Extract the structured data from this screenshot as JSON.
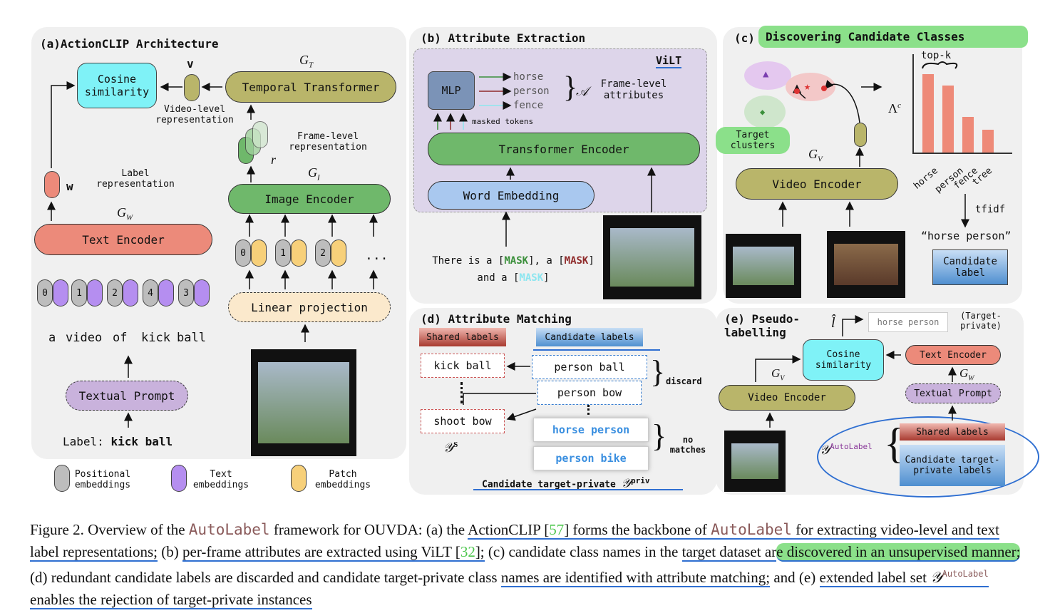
{
  "panel_a": {
    "title": "(a)ActionCLIP Architecture",
    "cosine": "Cosine similarity",
    "v_label": "v",
    "gt": "G",
    "gt_sub": "T",
    "temporal": "Temporal Transformer",
    "video_level": "Video-level representation",
    "frame_level": "Frame-level representation",
    "r_label": "r",
    "gi_sub": "I",
    "image_encoder": "Image Encoder",
    "w_label": "w",
    "label_repr": "Label representation",
    "gw_sub": "W",
    "text_encoder": "Text Encoder",
    "text_tokens": [
      "0",
      "1",
      "2",
      "4",
      "3"
    ],
    "patch_tokens": [
      "0",
      "1",
      "2"
    ],
    "ellipsis": "...",
    "linear": "Linear projection",
    "words": [
      "a",
      "video",
      "of",
      "kick",
      "ball"
    ],
    "prompt": "Textual Prompt",
    "label_prefix": "Label:",
    "label_value": "kick ball",
    "legend": [
      "Positional embeddings",
      "Text embeddings",
      "Patch embeddings"
    ]
  },
  "panel_b": {
    "title": "(b) Attribute Extraction",
    "vilt": "ViLT",
    "mlp": "MLP",
    "attrs": [
      "horse",
      "person",
      "fence"
    ],
    "attr_symbol": "𝒜",
    "frame_attrs": "Frame-level attributes",
    "masked": "masked tokens",
    "transformer": "Transformer Encoder",
    "word_emb": "Word Embedding",
    "sentence_1a": "There is a [",
    "mask": "MASK",
    "sentence_1b": "], a [",
    "sentence_1c": "]",
    "sentence_2a": "and a [",
    "sentence_2b": "]"
  },
  "panel_c": {
    "title_prefix": "(c)",
    "title": "Discovering Candidate Classes",
    "target_clusters": "Target clusters",
    "gv_sub": "V",
    "video_encoder": "Video Encoder",
    "lambda": "Λ",
    "lambda_sup": "c",
    "topk": "top-k",
    "bars": [
      "horse",
      "person",
      "fence",
      "tree"
    ],
    "tfidf": "tfidf",
    "quote": "“horse person”",
    "candidate": "Candidate label"
  },
  "panel_d": {
    "title": "(d) Attribute Matching",
    "shared": "Shared labels",
    "candidate": "Candidate labels",
    "left_items": [
      "kick ball",
      "shoot bow"
    ],
    "right_items": [
      "person ball",
      "person bow"
    ],
    "matched": [
      "horse person",
      "person bike"
    ],
    "discard": "discard",
    "no_matches": "no matches",
    "ys": "𝒴",
    "ys_sup": "S",
    "priv": "Candidate target-private",
    "priv_sym": "𝒴",
    "priv_sup": "priv"
  },
  "panel_e": {
    "title": "(e) Pseudo-labelling",
    "lhat": "l̂",
    "result": "horse person",
    "result_note": "(Target-private)",
    "cosine": "Cosine similarity",
    "text_encoder": "Text Encoder",
    "prompt": "Textual Prompt",
    "video_encoder": "Video Encoder",
    "shared": "Shared labels",
    "candidate": "Candidate target-private labels",
    "y": "𝒴",
    "autolabel": "AutoLabel"
  },
  "caption": {
    "p1": "Figure 2.  Overview of the ",
    "autolabel": "AutoLabel",
    "p2": " framework for OUVDA: (a) the ",
    "p3": "ActionCLIP [",
    "ref57": "57",
    "p4": "] forms the backbone of ",
    "p5": " for extracting video-level and text label representations;",
    "p6": " (b) ",
    "p7": "per-frame attributes are extracted using ViLT [",
    "ref32": "32",
    "p8": "];",
    "p9": " (c) candidate class names in the ",
    "p10": "target dataset ar",
    "p11": "e discovered in an unsupervised manner;",
    "p12": " (d) redundant candidate labels are discarded and candidate target-private class ",
    "p13": "names are identified with attribute matching;",
    "p14": " and (e) ",
    "p15": "extended label set ",
    "ysym": "𝒴",
    "p16": " enables the rejection of target-private instances"
  }
}
